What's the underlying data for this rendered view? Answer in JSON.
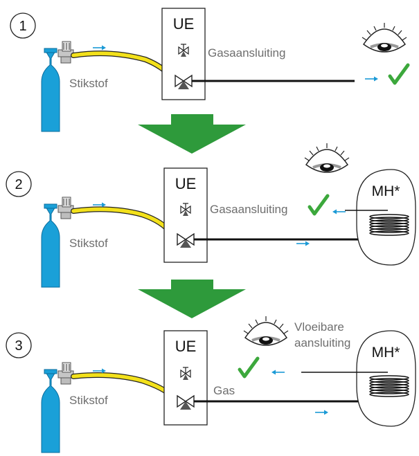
{
  "steps": [
    {
      "number": "1",
      "unit_label": "UE",
      "gas_label": "Gasaansluiting",
      "cylinder_label": "Stikstof"
    },
    {
      "number": "2",
      "unit_label": "UE",
      "gas_label": "Gasaansluiting",
      "cylinder_label": "Stikstof",
      "mh_label": "MH*"
    },
    {
      "number": "3",
      "unit_label": "UE",
      "gas_label": "Gas",
      "liquid_label_line1": "Vloeibare",
      "liquid_label_line2": "aansluiting",
      "cylinder_label": "Stikstof",
      "mh_label": "MH*"
    }
  ],
  "colors": {
    "cylinder": "#1aa0d8",
    "hose": "#f3e11b",
    "flow_arrow": "#1b9ad6",
    "step_arrow": "#2e9a3b",
    "check": "#3ca83c",
    "line": "#111111"
  },
  "icons": [
    "gas-cylinder-icon",
    "valve-icon",
    "eye-icon",
    "check-icon",
    "coil-icon",
    "arrow-right-icon",
    "arrow-left-icon",
    "arrow-down-icon"
  ]
}
